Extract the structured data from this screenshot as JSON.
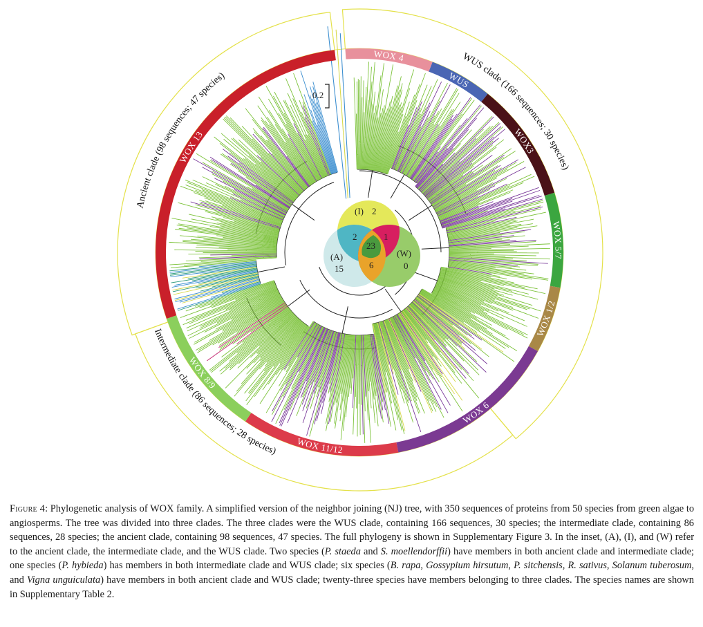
{
  "scale_bar": {
    "label": "0.2"
  },
  "segments": [
    {
      "id": "wox4",
      "label": "WOX 4",
      "color": "#e8909c"
    },
    {
      "id": "wus",
      "label": "WUS",
      "color": "#4a66b4"
    },
    {
      "id": "wox3",
      "label": "WOX3",
      "color": "#4a1218"
    },
    {
      "id": "wox57",
      "label": "WOX 5/7",
      "color": "#3ba640"
    },
    {
      "id": "wox12",
      "label": "WOX 1/2",
      "color": "#a98847"
    },
    {
      "id": "wox6",
      "label": "WOX 6",
      "color": "#7b3a92"
    },
    {
      "id": "wox1112",
      "label": "WOX 11/12",
      "color": "#dc3b4a"
    },
    {
      "id": "wox89",
      "label": "WOX 8/9",
      "color": "#8bcf5c"
    },
    {
      "id": "wox13",
      "label": "WOX 13",
      "color": "#c9202a"
    }
  ],
  "clades": {
    "wus": "WUS clade (166 sequences; 30 species)",
    "intermediate": "Intermediate clade (86 sequences; 28 species)",
    "ancient": "Ancient clade (98 sequences; 47 species)"
  },
  "venn": {
    "labels": {
      "I": "(I)",
      "A": "(A)",
      "W": "(W)"
    },
    "counts": {
      "I_only": "2",
      "A_only": "15",
      "W_only": "0",
      "AI": "2",
      "IW": "1",
      "AW": "6",
      "AIW": "23"
    },
    "colors": {
      "I": "#e4e85a",
      "A": "#cfe9ea",
      "W": "#98cc6a",
      "AI": "#4fb6c4",
      "IW": "#d71f60",
      "AW": "#e9a32a",
      "AIW": "#4a9a3e"
    }
  },
  "branch_colors": {
    "green": "#7cc23a",
    "purple": "#7a3a9a",
    "blue": "#3d8fd0",
    "yellow": "#d8d84a",
    "magenta": "#c0206c",
    "teal": "#2a9a7a",
    "black": "#222222"
  },
  "caption": {
    "figure_label": "Figure 4",
    "parts": [
      ": Phylogenetic analysis of WOX family. A simplified version of the neighbor joining (NJ) tree, with 350 sequences of proteins from 50 species from green algae to angiosperms. The tree was divided into three clades. The three clades were the WUS clade, containing 166 sequences, 30 species; the intermediate clade, containing 86 sequences, 28 species; the ancient clade, containing 98 sequences, 47 species. The full phylogeny is shown in Supplementary Figure 3. In the inset, (A), (I), and (W) refer to the ancient clade, the intermediate clade, and the WUS clade. Two species (",
      "P. staeda",
      " and ",
      "S. moellendorffii",
      ") have members in both ancient clade and intermediate clade; one species (",
      "P. hybieda",
      ") has members in both intermediate clade and WUS clade; six species (",
      "B. rapa",
      ", ",
      "Gossypium hirsutum",
      ", ",
      "P. sitchensis",
      ", ",
      "R. sativus",
      ", ",
      "Solanum tuberosum",
      ", and ",
      "Vigna unguiculata",
      ") have members in both ancient clade and WUS clade; twenty-three species have members belonging to three clades. The species names are shown in Supplementary Table 2."
    ]
  }
}
